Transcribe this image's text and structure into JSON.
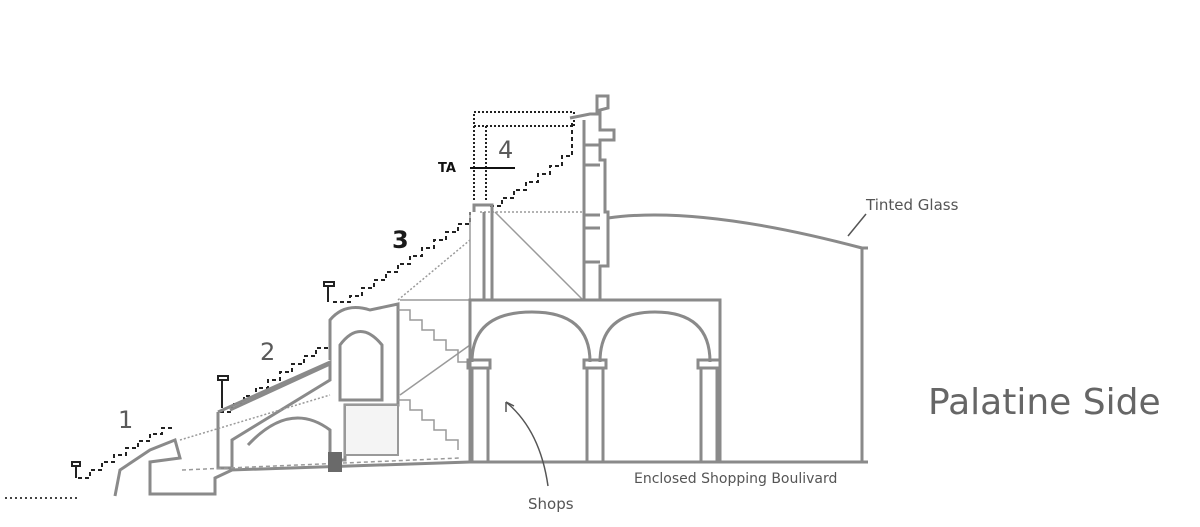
{
  "diagram": {
    "title": "Palatine Side",
    "labels": {
      "tinted_glass": "Tinted Glass",
      "shops": "Shops",
      "boulevard": "Enclosed Shopping Boulivard",
      "ta": "TA"
    },
    "tiers": [
      "1",
      "2",
      "3",
      "4"
    ]
  }
}
